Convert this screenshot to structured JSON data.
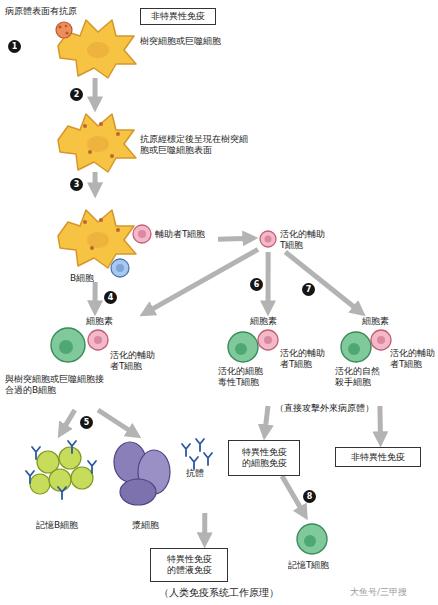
{
  "diagram": {
    "caption": "（人类免疫系统工作原理）",
    "nodes": [
      {
        "text": [
          "非特異性免疫"
        ]
      },
      {
        "text": [
          "病原體表面有抗原",
          "樹突細胞或巨噬細胞"
        ]
      },
      {
        "text": [
          "抗原經標定後呈現在樹突細胞或巨噬細胞表面"
        ]
      },
      {
        "text": [
          "輔助者T細胞",
          "B細胞"
        ]
      },
      {
        "text": [
          "活化的輔助T細胞"
        ]
      },
      {
        "text": [
          "細胞素",
          "活化的輔助者T細胞",
          "與樹突細胞或巨噬細胞接合過的B細胞"
        ]
      },
      {
        "text": [
          "細胞素",
          "活化的輔助者T細胞",
          "活化的細胞毒性T細胞"
        ]
      },
      {
        "text": [
          "細胞素",
          "活化的輔助者T細胞",
          "活化的自然殺手細胞"
        ]
      },
      {
        "text": [
          "記憶B細胞"
        ]
      },
      {
        "text": [
          "漿細胞"
        ]
      },
      {
        "text": [
          "特異性免疫的體液免疫"
        ]
      },
      {
        "text": [
          "特異性免疫的細胞免疫"
        ]
      },
      {
        "text": [
          "非特異性免疫"
        ]
      },
      {
        "text": [
          "記憶T細胞"
        ]
      }
    ],
    "edges": [
      {
        "from": 1,
        "to": 2,
        "arrow": "to"
      },
      {
        "from": 2,
        "to": 3,
        "arrow": "to"
      },
      {
        "from": 3,
        "to": 4,
        "arrow": "to"
      },
      {
        "from": 3,
        "to": 5,
        "arrow": "to"
      },
      {
        "from": 4,
        "to": 5,
        "arrow": "to"
      },
      {
        "from": 4,
        "to": 6,
        "arrow": "to"
      },
      {
        "from": 4,
        "to": 7,
        "arrow": "to"
      },
      {
        "from": 5,
        "to": 8,
        "arrow": "to"
      },
      {
        "from": 5,
        "to": 9,
        "arrow": "to"
      },
      {
        "from": 9,
        "to": 10,
        "arrow": "to"
      },
      {
        "from": 6,
        "to": 11,
        "arrow": "to"
      },
      {
        "from": 7,
        "to": 12,
        "arrow": "to"
      },
      {
        "from": 11,
        "to": 13,
        "arrow": "to"
      }
    ],
    "labels": [
      "1",
      "2",
      "3",
      "4",
      "5",
      "6",
      "7",
      "8",
      "抗體",
      "（直接攻擊外來病原體）",
      "大鱼号/三甲搜"
    ]
  }
}
